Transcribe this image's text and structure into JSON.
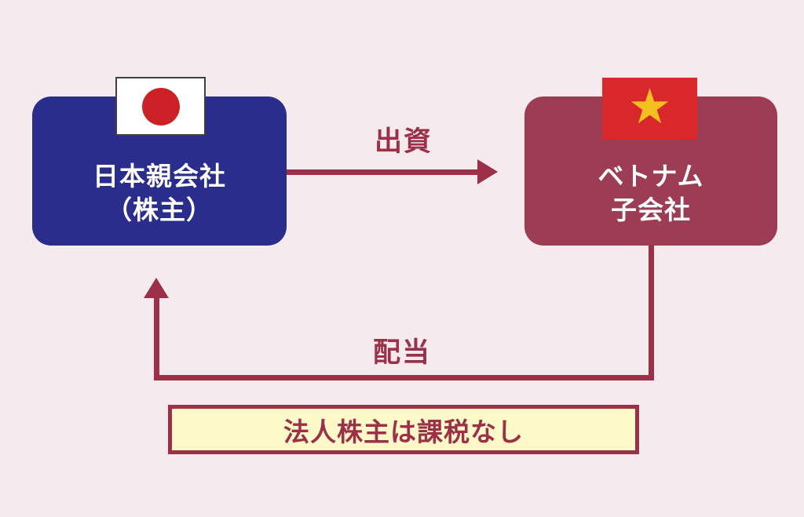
{
  "colors": {
    "background": "#f5ebee",
    "japan_box": "#2a2d8c",
    "vietnam_box": "#9d3c55",
    "line": "#9c3049",
    "label": "#9c3049",
    "white_text": "#ffffff",
    "note_bg": "#fdf9c8",
    "note_border": "#9c3049",
    "jp_flag_bg": "#ffffff",
    "jp_flag_sun": "#cc2127",
    "jp_flag_border": "#3f3f3f",
    "vn_flag_bg": "#d9282b",
    "vn_flag_star": "#f3c01f"
  },
  "diagram": {
    "japan_box": {
      "line1": "日本親会社",
      "line2": "（株主）"
    },
    "vietnam_box": {
      "line1": "ベトナム",
      "line2": "子会社"
    },
    "investment_label": "出資",
    "dividend_label": "配当",
    "note_label": "法人株主は課税なし",
    "vietnam_star_glyph": "★"
  }
}
